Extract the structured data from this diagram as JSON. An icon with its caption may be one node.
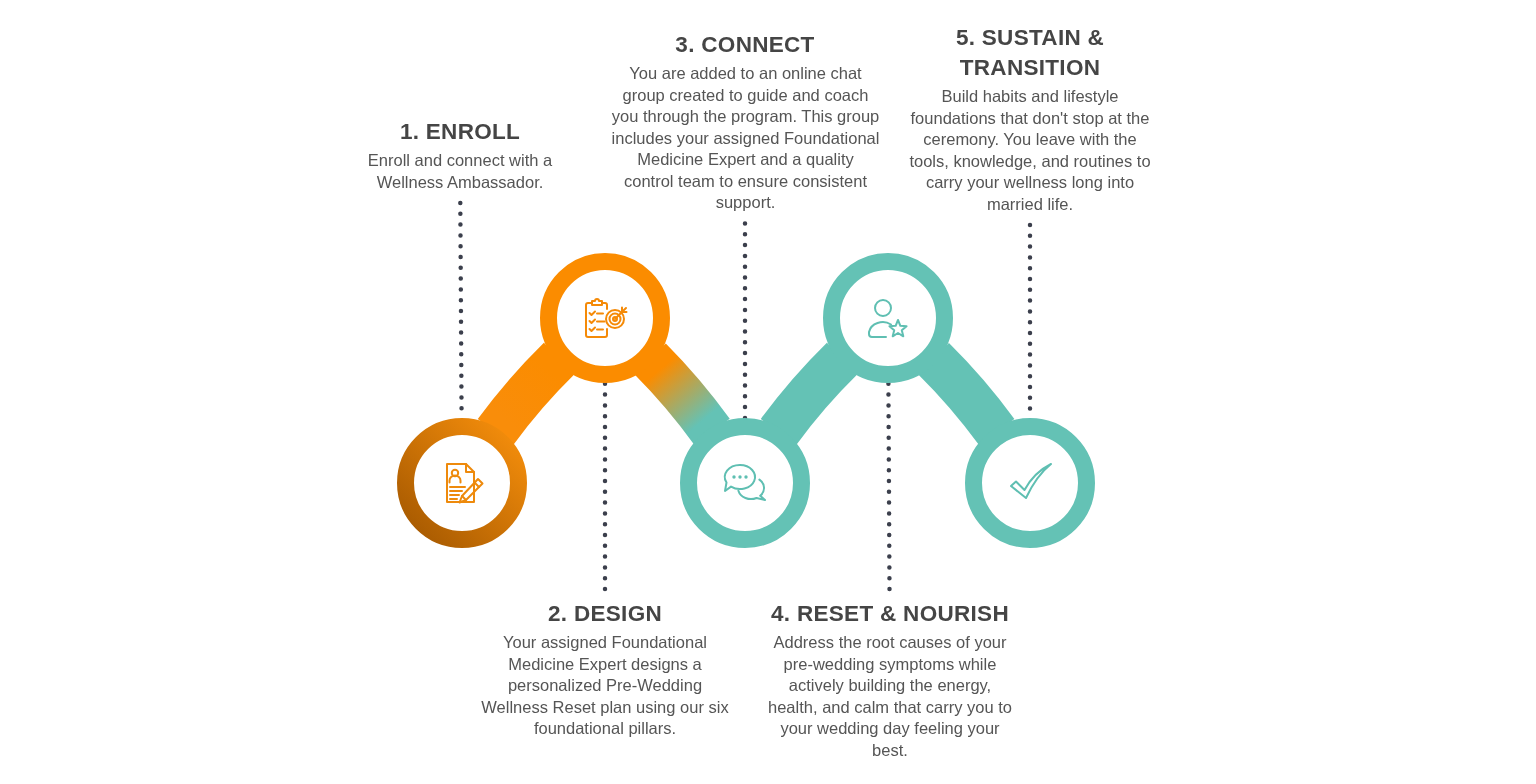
{
  "diagram": {
    "nodes": [
      {
        "text": [
          "1. ENROLL",
          "Enroll and connect with a Wellness Ambassador."
        ]
      },
      {
        "text": [],
        "shape": "circle"
      },
      {
        "text": [
          "2. DESIGN",
          "Your assigned Foundational Medicine Expert designs a personalized Pre-Wedding Wellness Reset plan using our six foundational pillars."
        ]
      },
      {
        "text": [],
        "shape": "circle"
      },
      {
        "text": [
          "3. CONNECT",
          "You are added to an online chat group created to guide and coach you through the program. This group includes your assigned Foundational Medicine Expert and a quality control team to ensure consistent support."
        ]
      },
      {
        "text": [],
        "shape": "circle"
      },
      {
        "text": [
          "4. RESET & NOURISH",
          "Address the root causes of your pre-wedding symptoms while actively building the energy, health, and calm that carry you to your wedding day feeling your best."
        ]
      },
      {
        "text": [],
        "shape": "circle"
      },
      {
        "text": [
          "5. SUSTAIN & TRANSITION",
          "Build habits and lifestyle foundations that don't stop at the ceremony. You leave with the tools, knowledge, and routines to carry your wellness long into married life."
        ]
      },
      {
        "text": [],
        "shape": "circle"
      }
    ],
    "edges": [
      {
        "from": 1,
        "to": 3,
        "arrow": "none",
        "style": "thick",
        "color": "#fb8c00"
      },
      {
        "from": 3,
        "to": 5,
        "arrow": "none",
        "style": "thick",
        "color": "#64c2b5"
      },
      {
        "from": 5,
        "to": 7,
        "arrow": "none",
        "style": "thick",
        "color": "#64c2b5"
      },
      {
        "from": 7,
        "to": 9,
        "arrow": "none",
        "style": "thick",
        "color": "#64c2b5"
      },
      {
        "from": 0,
        "to": 1,
        "arrow": "none",
        "style": "dashed"
      },
      {
        "from": 2,
        "to": 3,
        "arrow": "none",
        "style": "dashed"
      },
      {
        "from": 4,
        "to": 5,
        "arrow": "none",
        "style": "dashed"
      },
      {
        "from": 6,
        "to": 7,
        "arrow": "none",
        "style": "dashed"
      },
      {
        "from": 8,
        "to": 9,
        "arrow": "none",
        "style": "dashed"
      }
    ]
  }
}
